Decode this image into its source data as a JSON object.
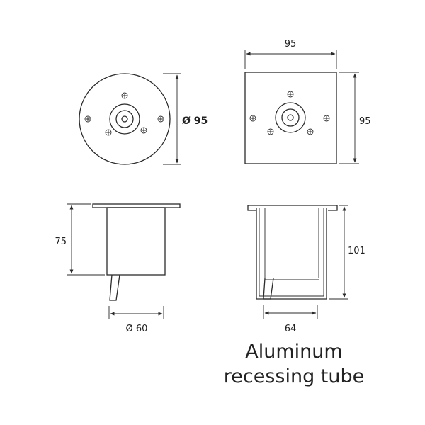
{
  "top_round": {
    "diameter_label": "Ø 95"
  },
  "top_square": {
    "width_label": "95",
    "height_label": "95"
  },
  "side_round": {
    "height_label": "75",
    "diameter_label": "Ø 60"
  },
  "side_square": {
    "height_label": "101",
    "width_label": "64"
  },
  "caption": {
    "line1": "Aluminum",
    "line2": "recessing tube"
  },
  "colors": {
    "line": "#2b2b2b",
    "background": "#ffffff"
  }
}
